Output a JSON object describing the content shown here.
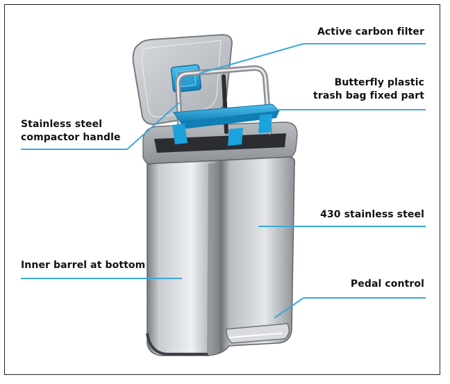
{
  "labels": {
    "carbon_filter": "Active carbon filter",
    "butterfly_line1": "Butterfly plastic",
    "butterfly_line2": "trash bag fixed part",
    "handle_line1": "Stainless steel",
    "handle_line2": "compactor handle",
    "steel": "430 stainless steel",
    "inner_barrel": "Inner barrel at bottom",
    "pedal": "Pedal control"
  },
  "colors": {
    "callout_line": "#3aa8dc",
    "accent_blue": "#1aa3dc",
    "steel": "#c9ccd0"
  }
}
